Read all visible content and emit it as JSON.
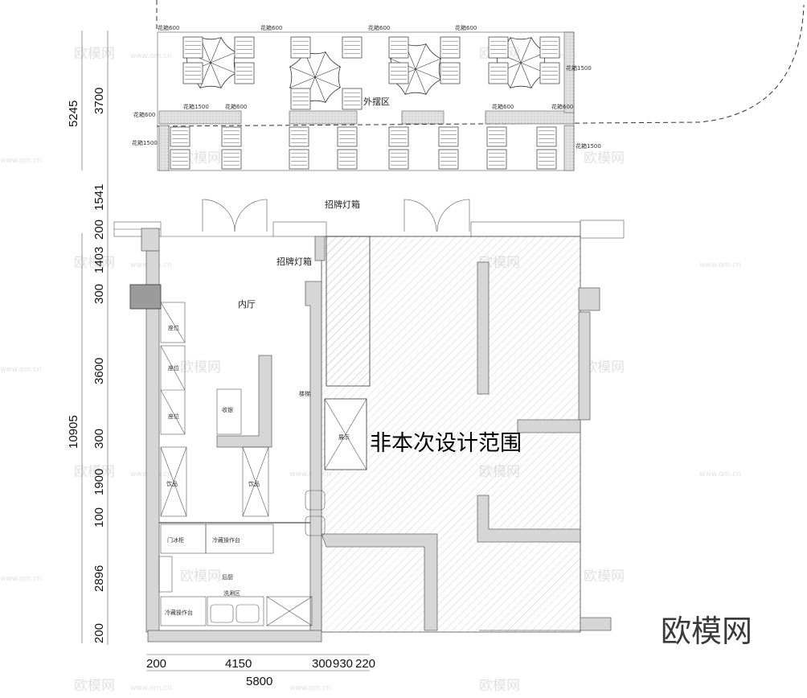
{
  "labels": {
    "outdoor_area": "外摆区",
    "sign_box_top": "招牌灯箱",
    "sign_box_inner": "招牌灯箱",
    "inner_hall": "内厅",
    "non_design_area": "非本次设计范围",
    "back_kitchen": "后厨",
    "washing_area": "洗涮区",
    "cold_station": "冷藏操作台",
    "cold_station_bottom": "冷藏操作台",
    "door_cabinet": "门冰柜",
    "drinks_left": "饮品",
    "drinks_right": "饮品",
    "cashier": "收银",
    "seats": [
      "座位",
      "座位",
      "座位"
    ],
    "display": "展示",
    "stairs": "楼梯",
    "planter_labels": [
      "花箱600",
      "花箱600",
      "花箱600",
      "花箱600",
      "花箱1500",
      "花箱600",
      "花箱1500",
      "花箱600",
      "花箱600",
      "花箱600",
      "花箱1500",
      "花箱1500"
    ]
  },
  "dimensions": {
    "left_outer": [
      "5245",
      "10905"
    ],
    "left_inner": [
      "3700",
      "1541",
      "200",
      "1403",
      "300",
      "3600",
      "300",
      "1900",
      "100",
      "2896",
      "200"
    ],
    "bottom_row1": [
      "200",
      "4150",
      "300",
      "930",
      "220"
    ],
    "bottom_row2": "5800"
  },
  "watermark": {
    "text": "欧模网",
    "url": "www.om.cn"
  },
  "logo": "欧模网",
  "colors": {
    "line": "#222222",
    "wall": "#d6d6d6",
    "hatch": "#bcbcbc"
  }
}
